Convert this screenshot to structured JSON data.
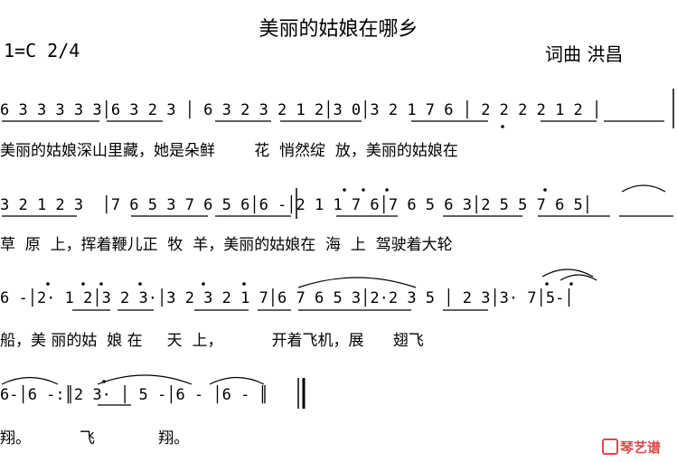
{
  "title": "美丽的姑娘在哪乡",
  "key_signature": "1=C 2/4",
  "credit": "词曲 洪昌",
  "rows": [
    {
      "notes": "6 3 3 3 3 3│6 3 2 3 │ 6 3 2 3 2 1 2│3 0│3 2 1 7 6 │ 2 2 2 2 1 2 │",
      "lyrics": "美丽的姑娘深山里藏，她是朵鲜        花  悄然绽  放，美丽的姑娘在"
    },
    {
      "notes": "3 2 1 2 3  │7 6 5 3 7 6 5 6│6 -│2 1 1 7 6│7 6 5 6 3│2 5 5 7 6 5│",
      "lyrics": "草  原  上，挥着鞭儿正  牧  羊，美丽的姑娘在  海  上  驾驶着大轮"
    },
    {
      "notes": "6 -│2· 1 2│3 2 3·│3 2 3 2 1 7│6 7 6 5 3│2·2 3 5 │ 2 3│3· 7│5-│",
      "lyrics": "船，美 丽的姑  娘 在     天  上，          开着飞机，展      翅飞"
    },
    {
      "notes": "6-│6 -:║2 3· │ 5 -│6 - │6 - ║",
      "lyrics": "翔。          飞             翔。"
    }
  ],
  "watermark": "琴艺谱"
}
